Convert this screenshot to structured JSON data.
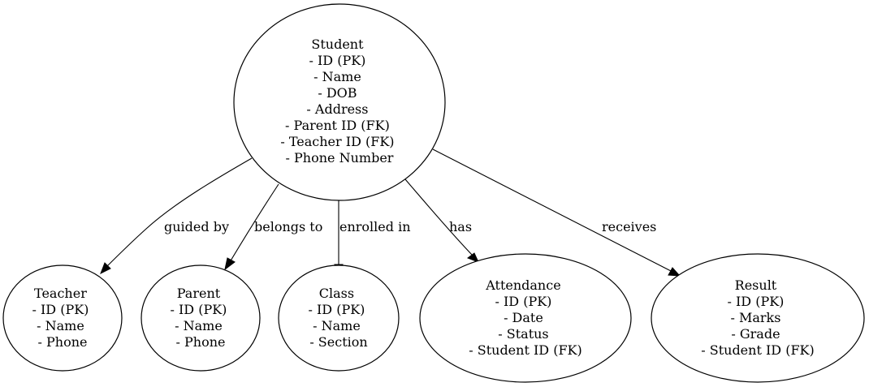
{
  "nodes": {
    "student": [
      "Student",
      "- ID (PK)",
      "- Name",
      "- DOB",
      "- Address",
      "- Parent ID (FK)",
      "- Teacher ID (FK)",
      "- Phone Number"
    ],
    "teacher": [
      "Teacher",
      "- ID (PK)",
      "- Name",
      "- Phone"
    ],
    "parent": [
      "Parent",
      "- ID (PK)",
      "- Name",
      "- Phone"
    ],
    "class": [
      "Class",
      "- ID (PK)",
      "- Name",
      "- Section"
    ],
    "attendance": [
      "Attendance",
      "- ID (PK)",
      "- Date",
      "- Status",
      "- Student ID (FK)"
    ],
    "result": [
      "Result",
      "- ID (PK)",
      "- Marks",
      "- Grade",
      "- Student ID (FK)"
    ]
  },
  "edges": {
    "teacher": "guided by",
    "parent": "belongs to",
    "class": "enrolled in",
    "attendance": "has",
    "result": "receives"
  }
}
